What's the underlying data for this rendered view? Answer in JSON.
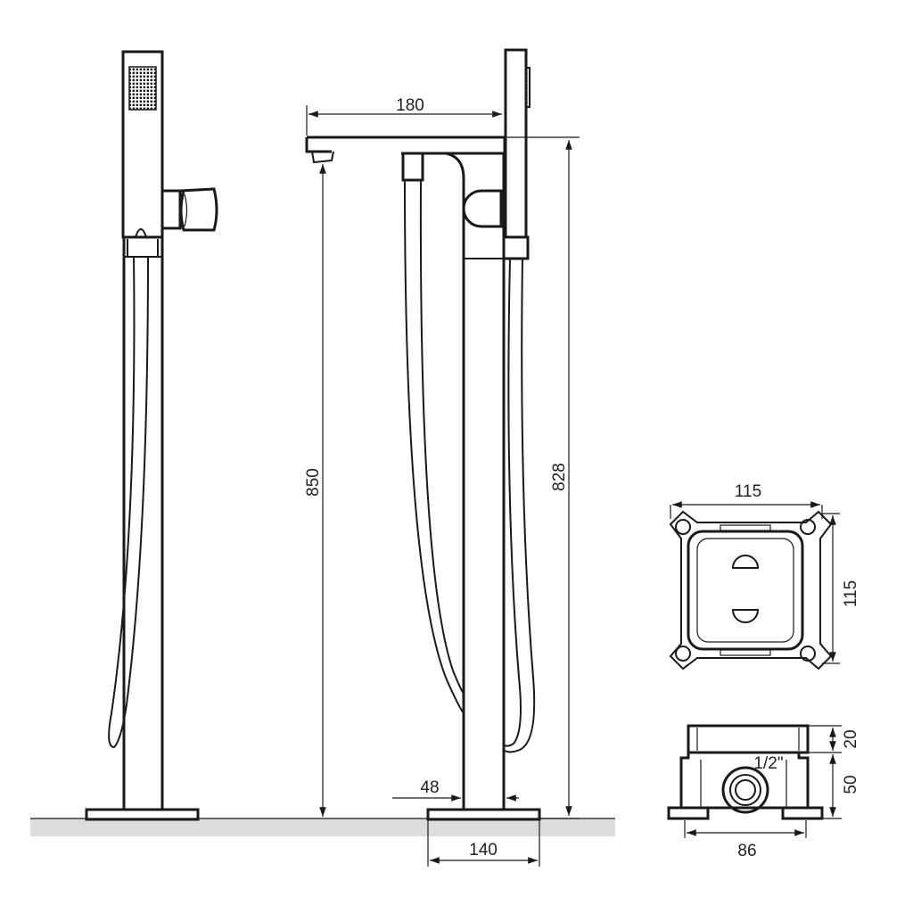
{
  "dimensions": {
    "spout_reach": "180",
    "overall_height": "850",
    "spout_height": "828",
    "pipe_diameter": "48",
    "base_width": "140",
    "box_width_top": "115",
    "box_height_side": "115",
    "box_depth_top": "20",
    "box_depth_bottom": "50",
    "box_base_width": "86",
    "thread_size": "1/2\""
  },
  "colors": {
    "line": "#1a1a1a",
    "floor": "#dcdcdc",
    "text": "#222222"
  }
}
